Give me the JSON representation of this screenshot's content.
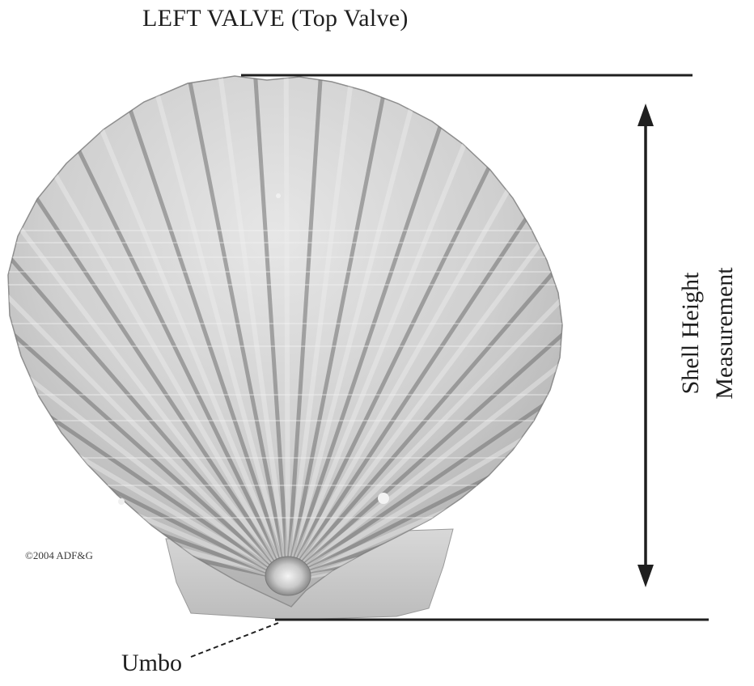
{
  "diagram": {
    "title": "LEFT VALVE (Top Valve)",
    "measurement_label_line1": "Shell  Height",
    "measurement_label_line2": "Measurement",
    "umbo_label": "Umbo",
    "copyright": "©2004 ADF&G"
  },
  "colors": {
    "background": "#ffffff",
    "ink": "#1f1f1f",
    "shell_light": "#e2e2e2",
    "shell_mid": "#bdbdbd",
    "shell_dark": "#6f6f6f"
  },
  "icons": {
    "shell": "scallop-shell-icon",
    "arrow": "double-headed-arrow"
  }
}
